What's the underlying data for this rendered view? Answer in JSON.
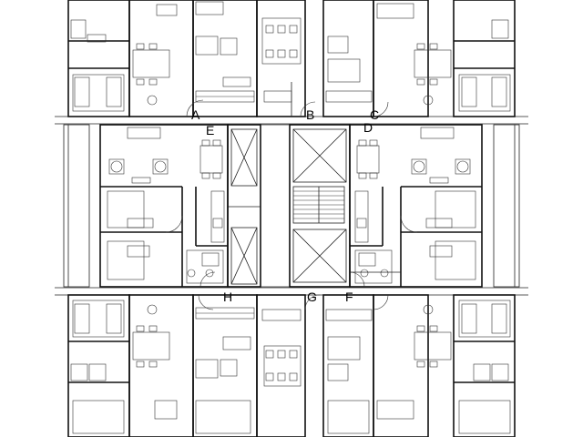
{
  "plan": {
    "labels": {
      "a": "A",
      "b": "B",
      "c": "C",
      "d": "D",
      "e": "E",
      "f": "F",
      "g": "G",
      "h": "H"
    }
  }
}
